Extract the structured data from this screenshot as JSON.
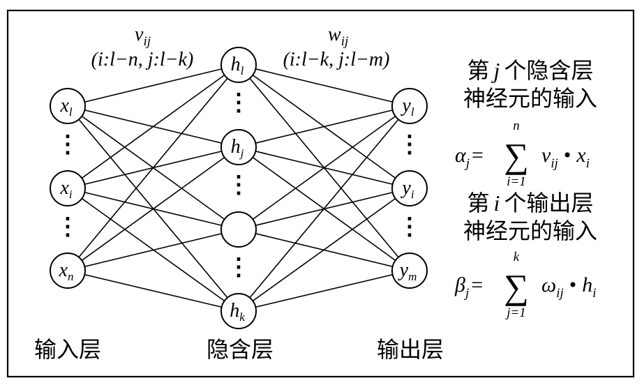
{
  "layers": {
    "input_label": "输入层",
    "hidden_label": "隐含层",
    "output_label": "输出层"
  },
  "weights": {
    "v": {
      "name": "v",
      "sub": "ij",
      "range": "(i:l−n, j:l−k)"
    },
    "w": {
      "name": "w",
      "sub": "ij",
      "range": "(i:l−k, j:l−m)"
    }
  },
  "input_nodes": [
    {
      "base": "x",
      "sub": "l"
    },
    {
      "base": "x",
      "sub": "i"
    },
    {
      "base": "x",
      "sub": "n"
    }
  ],
  "hidden_nodes": [
    {
      "base": "h",
      "sub": "l"
    },
    {
      "base": "h",
      "sub": "j"
    },
    {
      "base": "",
      "sub": ""
    },
    {
      "base": "h",
      "sub": "k"
    }
  ],
  "output_nodes": [
    {
      "base": "y",
      "sub": "l"
    },
    {
      "base": "y",
      "sub": "i"
    },
    {
      "base": "y",
      "sub": "m"
    }
  ],
  "right_text": {
    "hidden_input_prefix": "第",
    "hidden_input_var": "j",
    "hidden_input_suffix": "个隐含层",
    "hidden_input_line2": "神经元的输入",
    "formula1": {
      "lhs_base": "α",
      "lhs_sub": "j",
      "eq": "=",
      "sum_upper": "n",
      "sum_lower": "i=1",
      "t1_base": "v",
      "t1_sub": "ij",
      "dot": "•",
      "t2_base": "x",
      "t2_sub": "i"
    },
    "output_input_prefix": "第",
    "output_input_var": "i",
    "output_input_suffix": "个输出层",
    "output_input_line2": "神经元的输入",
    "formula2": {
      "lhs_base": "β",
      "lhs_sub": "j",
      "eq": "=",
      "sum_upper": "k",
      "sum_lower": "j=1",
      "t1_base": "ω",
      "t1_sub": "ij",
      "dot": "•",
      "t2_base": "h",
      "t2_sub": "i"
    }
  },
  "ellipsis": "⋮"
}
